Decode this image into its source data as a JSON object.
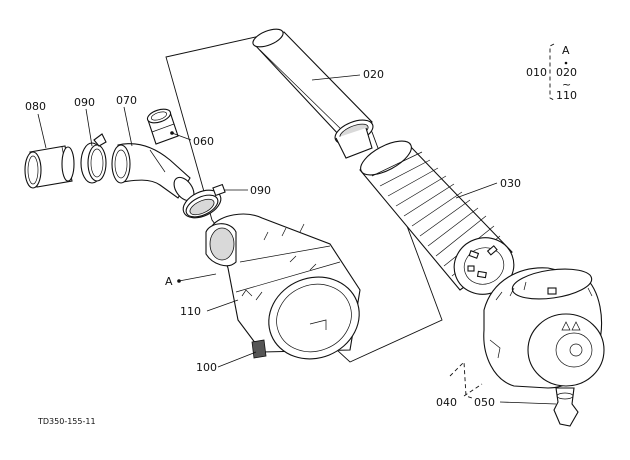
{
  "callouts": {
    "c080": "080",
    "c090a": "090",
    "c070": "070",
    "c060": "060",
    "c090b": "090",
    "c020": "020",
    "c030": "030",
    "cA": "A",
    "c110": "110",
    "c100": "100",
    "c040": "040",
    "c050": "050"
  },
  "range_note": {
    "prefix": "010",
    "ref": "A",
    "from": "020",
    "sep": "~",
    "to": "110"
  },
  "drawing_number": "TD350-155-11"
}
